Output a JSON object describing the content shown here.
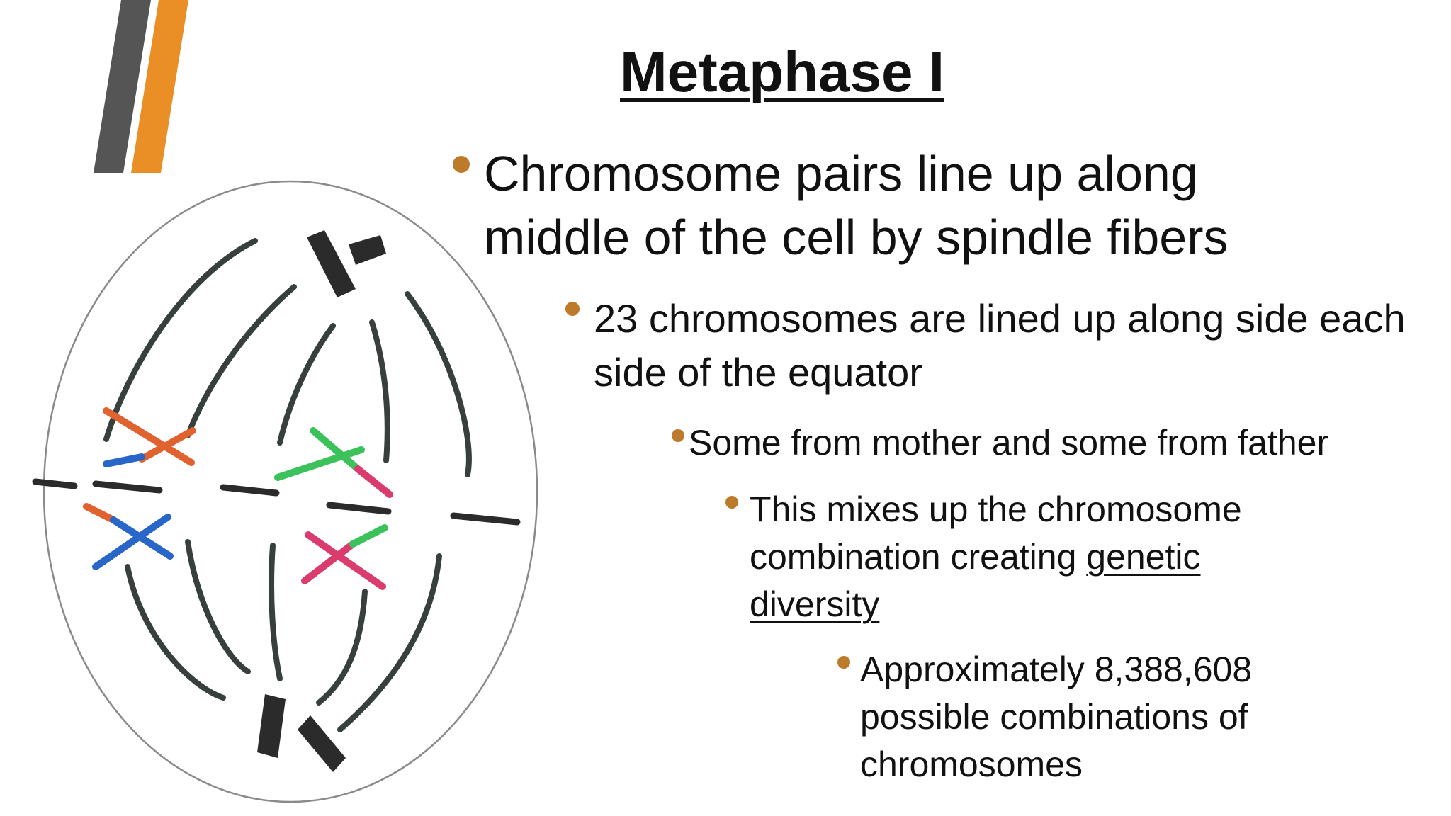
{
  "slide": {
    "title": "Metaphase I",
    "bullets": {
      "b1": "Chromosome pairs line up along middle of the cell by spindle fibers",
      "b2": "23 chromosomes are lined up along side each side of the equator",
      "b3": "Some from mother and some from father",
      "b4_prefix": "This mixes up the chromosome combination creating ",
      "b4_link": "genetic diversity",
      "b5": "Approximately 8,388,608 possible combinations of chromosomes"
    }
  },
  "colors": {
    "accent_orange": "#e98f26",
    "accent_gray": "#555555",
    "bullet_dot": "#bd7a2a",
    "chromosome_dark": "#2b2b2b",
    "spindle": "#37403c",
    "chromosome_orange": "#e0622f",
    "chromosome_blue": "#2866c8",
    "chromosome_green": "#3cc25a",
    "chromosome_pink": "#db3c6e"
  }
}
